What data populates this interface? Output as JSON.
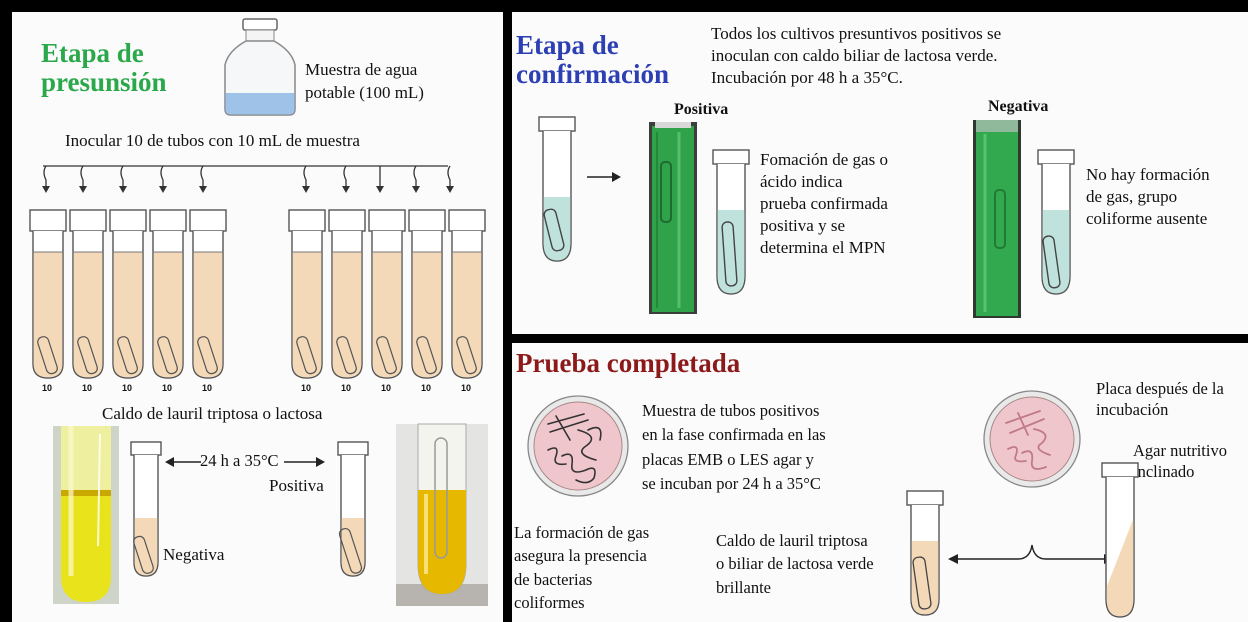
{
  "presumptive": {
    "title_line1": "Etapa de",
    "title_line2": "presunsión",
    "sample_label_line1": "Muestra de agua",
    "sample_label_line2": "potable (100 mL)",
    "inoculate_label": "Inocular 10 de tubos con 10 mL de muestra",
    "tube_volumes": [
      "10",
      "10",
      "10",
      "10",
      "10",
      "10",
      "10",
      "10",
      "10",
      "10"
    ],
    "broth_label": "Caldo de lauril triptosa o lactosa",
    "incubation_label": "24 h a 35°C",
    "positive_label": "Positiva",
    "negative_label": "Negativa"
  },
  "confirmation": {
    "title_line1": "Etapa de",
    "title_line2": "confirmación",
    "description_line1": "Todos los cultivos presuntivos positivos se",
    "description_line2": "inoculan con caldo biliar de lactosa verde.",
    "description_line3": "Incubación por 48 h a 35°C.",
    "positive_heading": "Positiva",
    "negative_heading": "Negativa",
    "positive_text": [
      "Fomación de gas o",
      "ácido indica",
      "prueba confirmada",
      "positiva y se",
      "determina el MPN"
    ],
    "negative_text": [
      "No hay formación",
      "de gas, grupo",
      "coliforme ausente"
    ]
  },
  "completed": {
    "title": "Prueba completada",
    "plate_text": [
      "Muestra de tubos positivos",
      "en la fase confirmada en las",
      "placas EMB o LES agar y",
      "se incuban por 24 h a 35°C"
    ],
    "plate_after_text": [
      "Placa después de la",
      "incubación"
    ],
    "agar_text": [
      "Agar  nutritivo",
      "inclinado"
    ],
    "gas_text": [
      "La formación de gas",
      "asegura la presencia",
      "de bacterias",
      "coliformes"
    ],
    "broth_text": [
      "Caldo de lauril triptosa",
      "o biliar de lactosa verde",
      "brillante"
    ]
  },
  "colors": {
    "presumptive_title": "#2aa84a",
    "confirmation_title": "#2c3fb3",
    "completed_title": "#8c1a1a",
    "broth_fill": "#f3d9b8",
    "green_broth": "#2fa24a",
    "yellow_broth": "#e0c400",
    "plate_fill": "#f0c6cd",
    "confirm_liquid": "#bfe3dc"
  }
}
